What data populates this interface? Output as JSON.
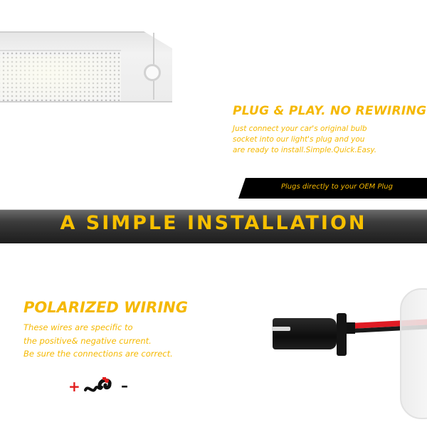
{
  "plug_play": {
    "title": "PLUG & PLAY. NO REWIRING",
    "description": "Just connect your car's original bulb\nsocket into our light's plug and you\nare ready to install.Simple.Quick.Easy.",
    "tag": "Plugs directly to your OEM Plug"
  },
  "banner": {
    "title": "A SIMPLE INSTALLATION"
  },
  "polarized": {
    "title": "POLARIZED WIRING",
    "description": "These wires are specific to\nthe positive& negative current.\nBe sure the connections are correct.",
    "plus_symbol": "+",
    "minus_symbol": "–",
    "icon": "snake-wire-icon"
  },
  "colors": {
    "accent_yellow": "#f5b800",
    "banner_dark": "#2a2a2a",
    "wire_red": "#e01b24",
    "wire_black": "#1a1a1a"
  }
}
